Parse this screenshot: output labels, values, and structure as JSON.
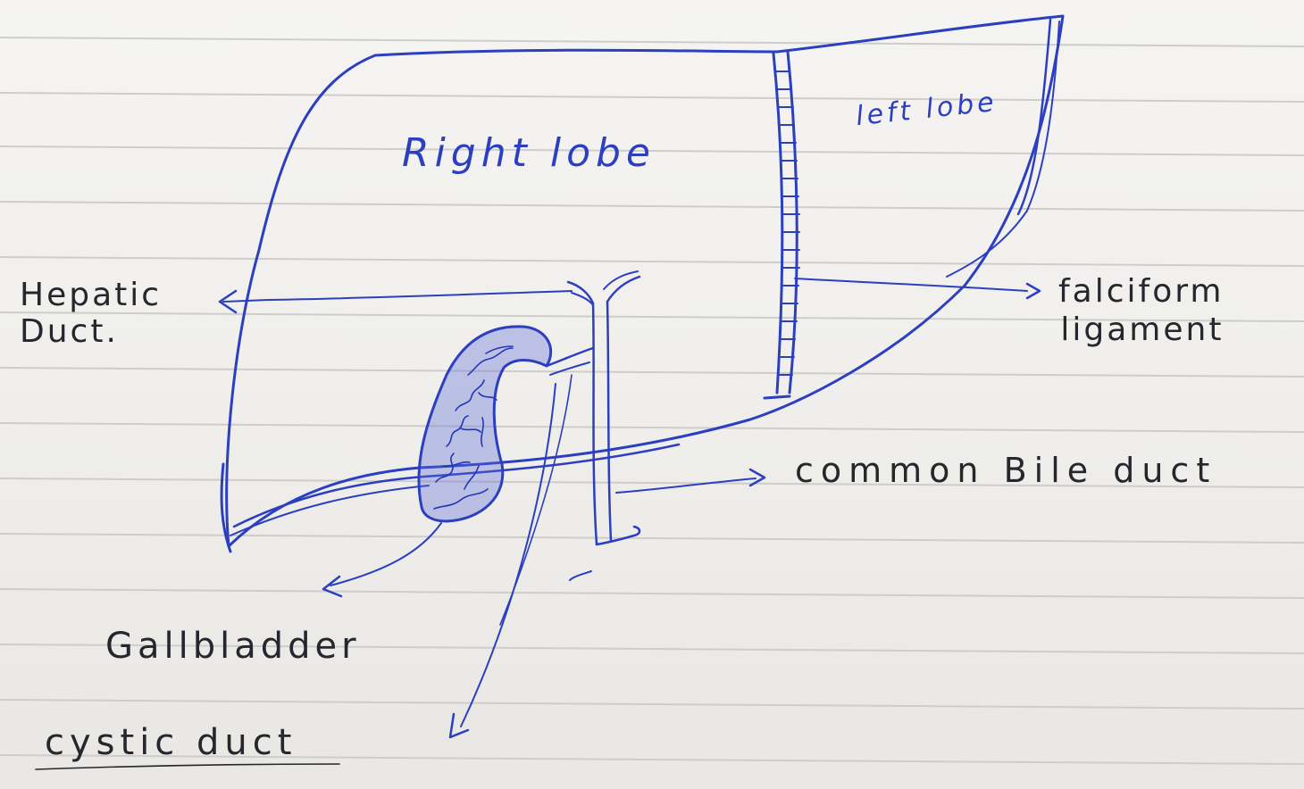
{
  "ink_color": "#2b3fc0",
  "dark_ink_color": "#26262e",
  "paper_color": "#f3f1ee",
  "rule_color": "#cfcdca",
  "labels": {
    "right_lobe": "Right lobe",
    "left_lobe": "left lobe",
    "hepatic_duct": "Hepatic\nDuct.",
    "falciform_ligament": "falciform\nligament",
    "common_bile_duct": "common Bile duct",
    "gallbladder": "Gallbladder",
    "cystic_duct": "cystic duct"
  }
}
